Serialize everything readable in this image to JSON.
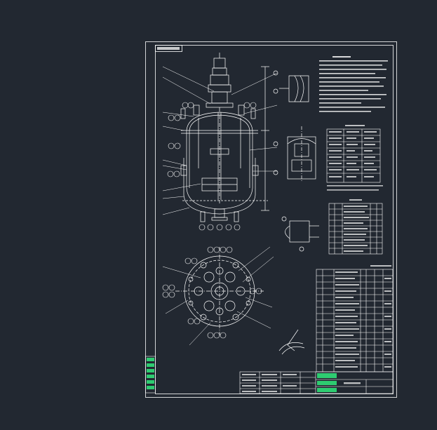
{
  "drawing": {
    "background_color": "#222831",
    "line_color": "#ffffff",
    "accent_color": "#2ecc71",
    "views": [
      "vessel-elevation-section",
      "nozzle-top-plan",
      "detail-a",
      "detail-b",
      "detail-c",
      "detail-d"
    ],
    "tables": [
      "technical-notes",
      "design-parameters-table",
      "nozzle-table",
      "parts-list",
      "title-block"
    ]
  }
}
